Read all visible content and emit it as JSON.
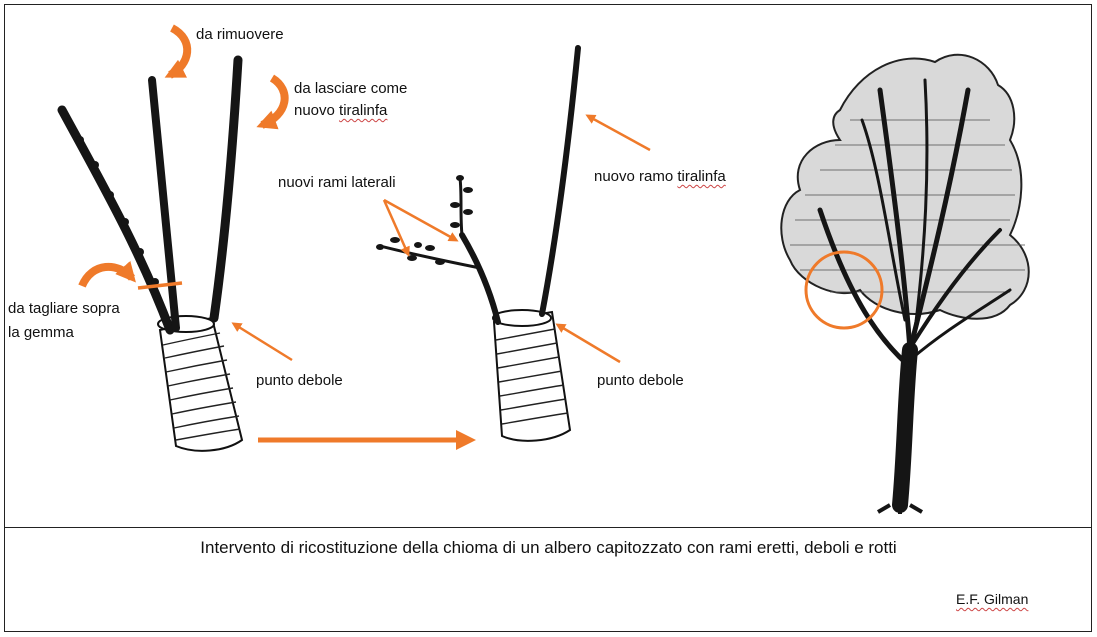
{
  "labels": {
    "remove": "da rimuovere",
    "leave_line1": "da lasciare come",
    "leave_line2_prefix": "nuovo ",
    "leave_line2_word": "tiralinfa",
    "cut_line1": "da tagliare sopra",
    "cut_line2": "la gemma",
    "weak_point_1": "punto debole",
    "new_lateral": "nuovi rami laterali",
    "new_leader_prefix": "nuovo ramo ",
    "new_leader_word": "tiralinfa",
    "weak_point_2": "punto debole"
  },
  "caption": "Intervento di ricostituzione della chioma di un albero capitozzato con rami eretti, deboli e rotti",
  "credit": "E.F. Gilman",
  "colors": {
    "accent": "#ef7a2a",
    "ink": "#111111"
  }
}
